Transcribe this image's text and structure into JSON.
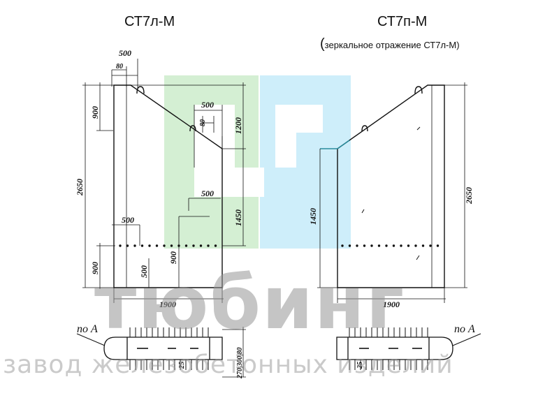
{
  "titles": {
    "left": "СТ7л-М",
    "right": "СТ7п-М",
    "right_note": "зеркальное отражение СТ7л-М)",
    "right_note_paren": "("
  },
  "left_dims": {
    "top_500": "500",
    "top_80": "80",
    "step_500": "500",
    "step_80": "80",
    "h_900_top": "900",
    "h_1200": "1200",
    "h_2650": "2650",
    "mid_500_a": "500",
    "mid_500_b": "500",
    "h_1450": "1450",
    "h_900_bottom": "900",
    "v_500": "500",
    "h_900_inner": "900",
    "width_1900": "1900"
  },
  "right_dims": {
    "h_1450": "1450",
    "h_2650": "2650",
    "width_1900": "1900"
  },
  "section": {
    "left_label": "по А",
    "right_label": "по А",
    "dims_vertical": "270|300|80",
    "small_25": "25"
  },
  "watermark": {
    "brand": "тюбинг",
    "tagline": "завод железобетонных изделий",
    "logo_colors": [
      "#c8ecc8",
      "#c6ecfa"
    ]
  }
}
